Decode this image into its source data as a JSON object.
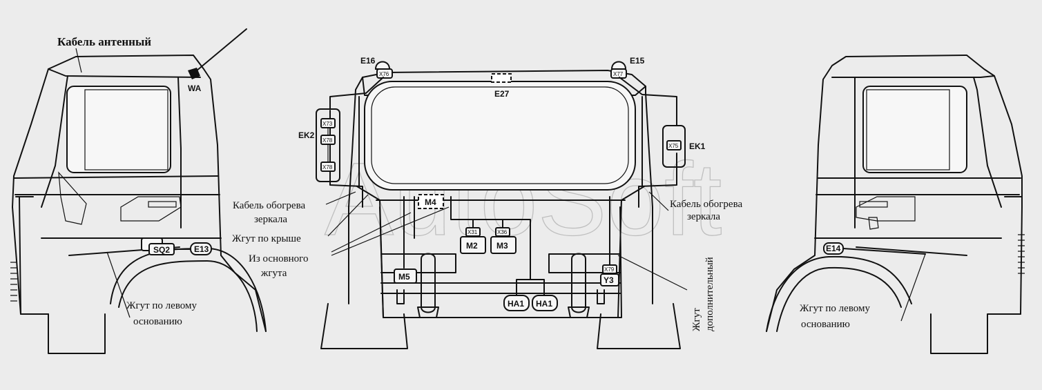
{
  "watermark": "AutoSoft",
  "labels": {
    "antenna_cable": "Кабель антенный",
    "wa": "WA",
    "e16": "E16",
    "e15": "E15",
    "e27": "E27",
    "ek2": "EK2",
    "ek1": "EK1",
    "mirror_heat_left_1": "Кабель обогрева",
    "mirror_heat_left_2": "зеркала",
    "roof_harness": "Жгут по крыше",
    "main_harness_1": "Из основного",
    "main_harness_2": "жгута",
    "left_base_left_1": "Жгут по левому",
    "left_base_left_2": "основанию",
    "mirror_heat_right_1": "Кабель обогрева",
    "mirror_heat_right_2": "зеркала",
    "aux_harness_1": "Жгут",
    "aux_harness_2": "дополнительный",
    "left_base_right_1": "Жгут по левому",
    "left_base_right_2": "основанию"
  },
  "components": {
    "sq2": "SQ2",
    "e13": "E13",
    "e14": "E14",
    "m4": "M4",
    "m2": "M2",
    "m3": "M3",
    "m5": "M5",
    "ha1_left": "HA1",
    "ha1_right": "HA1",
    "y3": "Y3"
  },
  "connectors": {
    "x76_e16": "X76",
    "x77_e15": "X77",
    "x73_a": "X73",
    "x78_b": "X78",
    "x78_c": "X78",
    "x75": "X75",
    "x31": "X31",
    "x36": "X36",
    "x79": "X79"
  }
}
